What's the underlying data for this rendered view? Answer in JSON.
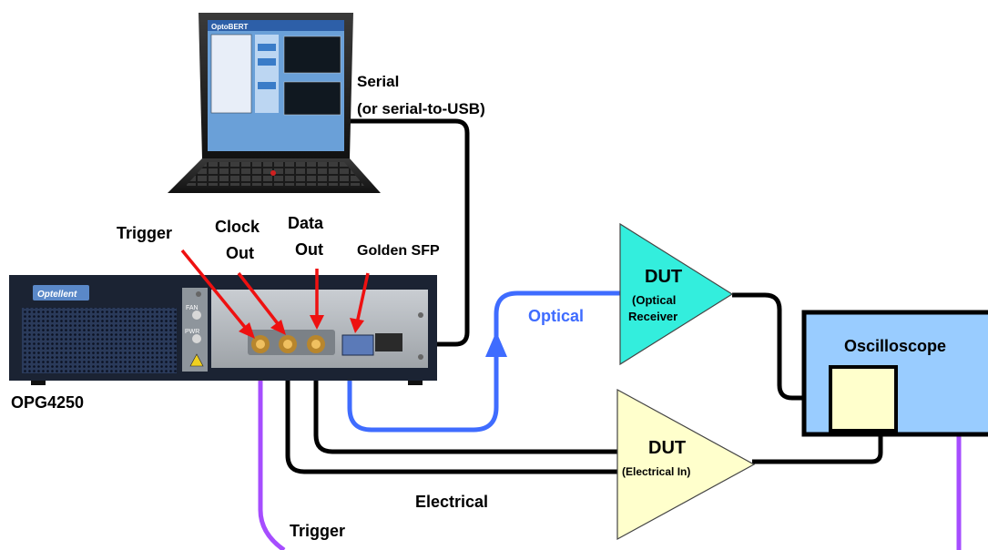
{
  "labels": {
    "serial_line1": "Serial",
    "serial_line2": "(or serial-to-USB)",
    "trigger": "Trigger",
    "clock_line1": "Clock",
    "clock_line2": "Out",
    "data_line1": "Data",
    "data_line2": "Out",
    "golden_sfp": "Golden SFP",
    "instrument_model": "OPG4250",
    "optical": "Optical",
    "electrical": "Electrical",
    "trigger_cable": "Trigger"
  },
  "dut_optical": {
    "title": "DUT",
    "line1": "(Optical",
    "line2": "Receiver"
  },
  "dut_electrical": {
    "title": "DUT",
    "subtitle": "(Electrical In)"
  },
  "oscilloscope": {
    "title": "Oscilloscope"
  },
  "instrument": {
    "brand": "Optellent",
    "fan_label": "FAN",
    "pwr_label": "PWR"
  },
  "laptop": {
    "app_title": "OptoBERT"
  },
  "colors": {
    "optical_cable": "#3f6cff",
    "electrical_cable": "#000000",
    "trigger_cable": "#a64dff",
    "arrow": "#ee1111",
    "dut_optical_fill": "#33eedd",
    "dut_electrical_fill": "#ffffcc",
    "scope_fill": "#99ccff",
    "scope_screen_fill": "#ffffcc"
  }
}
